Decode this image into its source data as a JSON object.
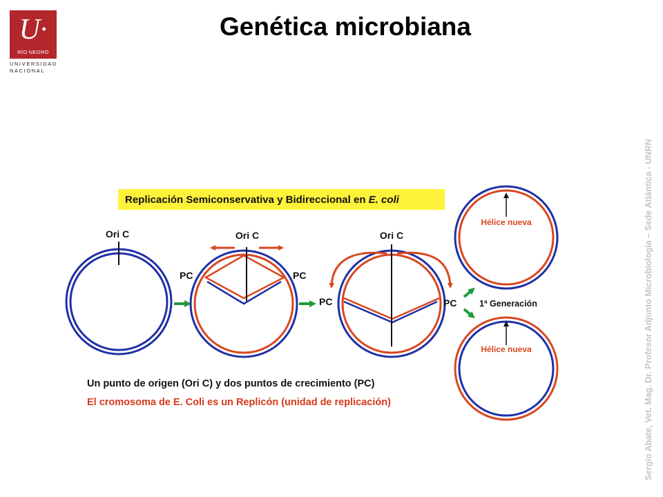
{
  "logo": {
    "mark": "U·",
    "place": "RÍO NEGRO",
    "line1": "UNIVERSIDAD",
    "line2": "NACIONAL"
  },
  "title": "Genética microbiana",
  "side_text": "Sergio Abate, Vet. Mag. Dr.  Profesor Adjunto Microbiología – Sede Atlántica - UNRN",
  "figure": {
    "banner_main": "Replicación Semiconservativa y Bidireccional en ",
    "banner_italic": "E. coli",
    "ori_label": "Ori C",
    "pc_label": "PC",
    "generation_label": "1ª Generación",
    "new_helix_label": "Hélice nueva",
    "caption_1": "Un punto de origen (Ori C) y dos puntos de crecimiento (PC)",
    "caption_2": "El cromosoma de E. Coli es un Replicón (unidad de replicación)"
  },
  "colors": {
    "blue": "#1f2fa6",
    "orange": "#d9461f",
    "green": "#1f9a3a",
    "yellow": "#fff23a",
    "brand": "#b3262b"
  }
}
